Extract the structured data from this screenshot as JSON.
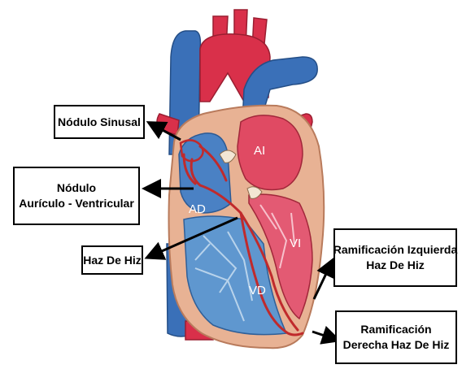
{
  "labels": {
    "sinusal": "Nódulo Sinusal",
    "av_line1": "Nódulo",
    "av_line2": "Aurículo -  Ventricular",
    "haz": "Haz De Hiz",
    "izq_line1": "Ramificación Izquierda",
    "izq_line2": "Haz De Hiz",
    "der_line1": "Ramificación",
    "der_line2": "Derecha Haz De Hiz"
  },
  "chambers": {
    "ai": "AI",
    "ad": "AD",
    "vi": "VI",
    "vd": "VD"
  },
  "colors": {
    "artery_red": "#d9304a",
    "vein_blue": "#3a70b8",
    "tissue": "#e8b294",
    "conduction": "#c02a2c",
    "ventricle_blue": "#5f97cf",
    "ventricle_red": "#e35a73"
  }
}
